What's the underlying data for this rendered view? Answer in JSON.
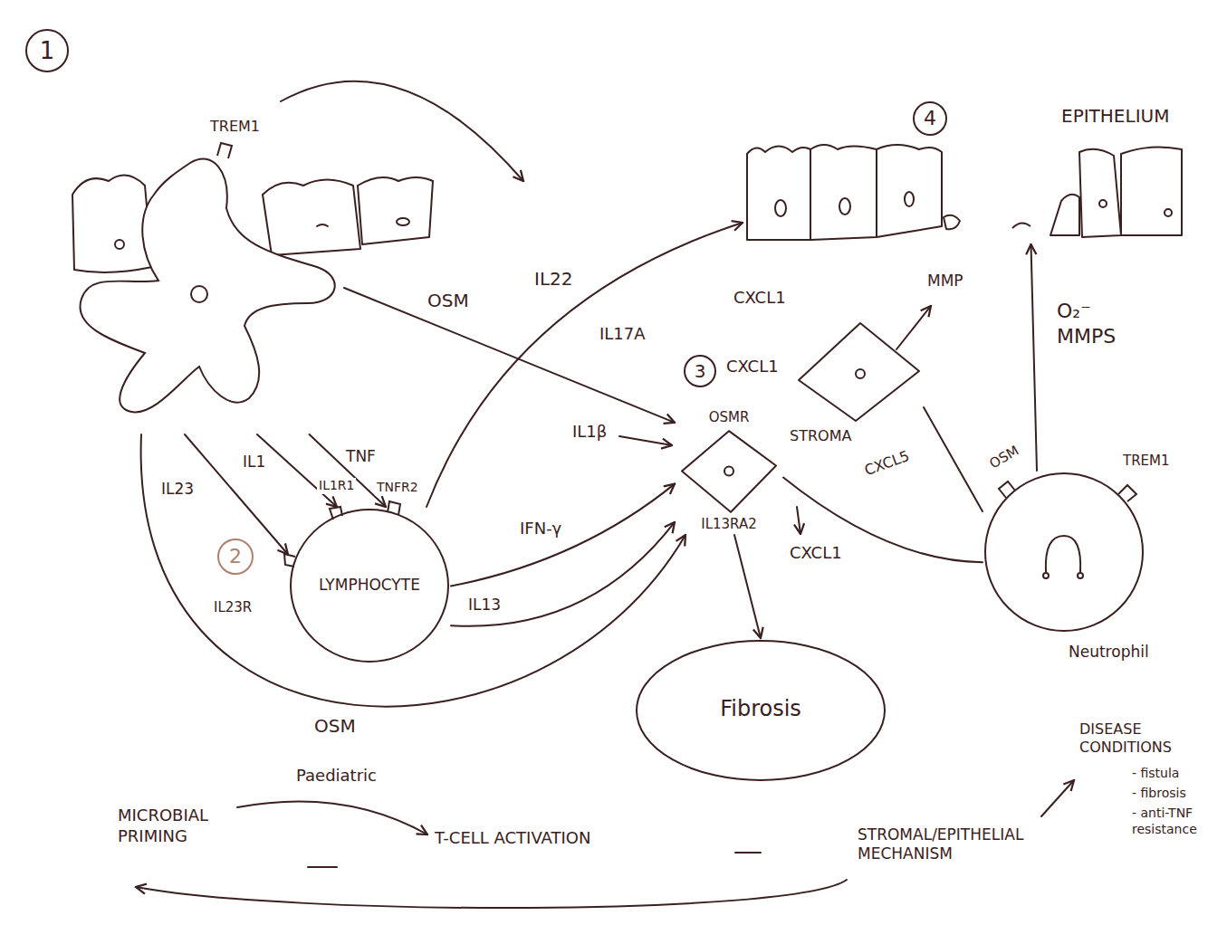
{
  "diagram": {
    "nodes": [
      {
        "text": [
          "TREM1"
        ]
      },
      {
        "text": [
          "EPITHELIUM"
        ]
      },
      {
        "text": [
          "LYMPHOCYTE"
        ]
      },
      {
        "text": [
          "STROMA"
        ]
      },
      {
        "text": [
          "OSMR",
          "IL13RA2"
        ]
      },
      {
        "text": [
          "Neutrophil"
        ]
      },
      {
        "text": [
          "Fibrosis"
        ]
      }
    ],
    "edges": [
      {
        "from": 0,
        "to": 2,
        "label": "TNF",
        "arrow": "to"
      },
      {
        "from": 0,
        "to": 2,
        "label": "IL1",
        "arrow": "to"
      },
      {
        "from": 0,
        "to": 2,
        "label": "IL23",
        "arrow": "to"
      },
      {
        "from": 0,
        "to": 4,
        "label": "OSM",
        "arrow": "to"
      },
      {
        "from": 0,
        "to": 4,
        "label": "OSM",
        "arrow": "to"
      },
      {
        "from": 2,
        "to": 1,
        "label": "IL22",
        "arrow": "to"
      },
      {
        "from": 2,
        "to": 4,
        "label": "IFN-γ",
        "arrow": "to"
      },
      {
        "from": 2,
        "to": 4,
        "label": "IL13",
        "arrow": "to"
      },
      {
        "from": 4,
        "to": 6,
        "arrow": "to"
      },
      {
        "from": 5,
        "to": 1,
        "label": "O₂⁻ MMPS",
        "arrow": "to"
      },
      {
        "from": 4,
        "to": 5,
        "arrow": "none"
      },
      {
        "from": 3,
        "to": 5,
        "arrow": "none"
      }
    ],
    "labels": [
      "1",
      "IL17A",
      "CXCL1",
      "CXCL1",
      "3",
      "IL1β",
      "MMP",
      "4",
      "CXCL5",
      "IL1R1",
      "TNFR2",
      "2",
      "IL23R",
      "CXCL1",
      "OSM",
      "TREM1",
      "Paediatric",
      "MICROBIAL PRIMING",
      "T-CELL ACTIVATION",
      "STROMAL/EPITHELIAL MECHANISM",
      "DISEASE CONDITIONS",
      "- fistula",
      "- fibrosis",
      "- anti-TNF resistance"
    ]
  }
}
